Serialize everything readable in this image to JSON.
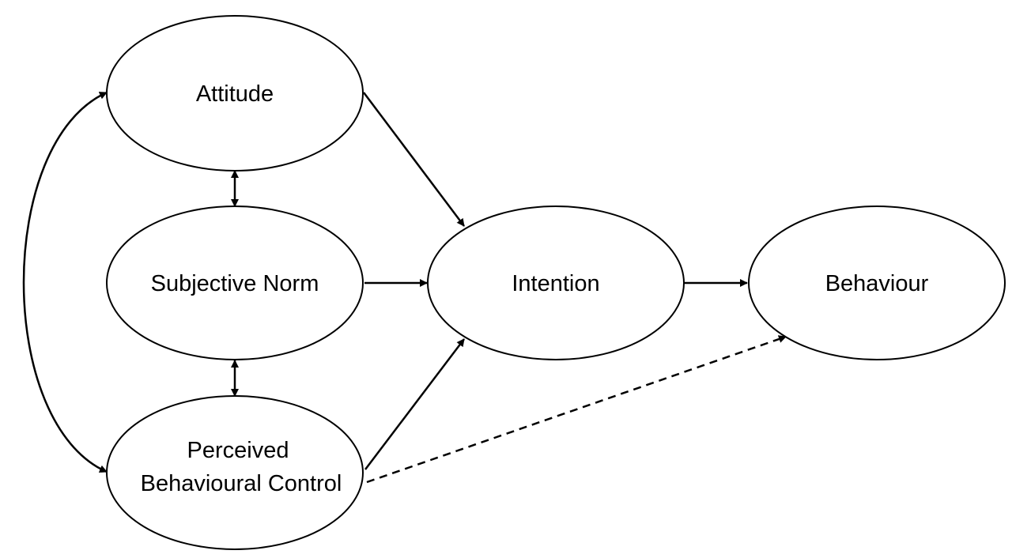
{
  "nodes": {
    "attitude": {
      "label": "Attitude"
    },
    "subjective_norm": {
      "label": "Subjective Norm"
    },
    "pbc": {
      "label_line1": "Perceived",
      "label_line2": "Behavioural Control"
    },
    "intention": {
      "label": "Intention"
    },
    "behaviour": {
      "label": "Behaviour"
    }
  },
  "edges": [
    {
      "from": "attitude",
      "to": "intention",
      "style": "solid",
      "direction": "forward"
    },
    {
      "from": "subjective_norm",
      "to": "intention",
      "style": "solid",
      "direction": "forward"
    },
    {
      "from": "pbc",
      "to": "intention",
      "style": "solid",
      "direction": "forward"
    },
    {
      "from": "intention",
      "to": "behaviour",
      "style": "solid",
      "direction": "forward"
    },
    {
      "from": "pbc",
      "to": "behaviour",
      "style": "dashed",
      "direction": "forward"
    },
    {
      "from": "attitude",
      "to": "subjective_norm",
      "style": "solid",
      "direction": "both"
    },
    {
      "from": "subjective_norm",
      "to": "pbc",
      "style": "solid",
      "direction": "both"
    },
    {
      "from": "attitude",
      "to": "pbc",
      "style": "solid",
      "direction": "both",
      "shape": "curved"
    }
  ],
  "colors": {
    "stroke": "#000000",
    "background": "#ffffff"
  }
}
